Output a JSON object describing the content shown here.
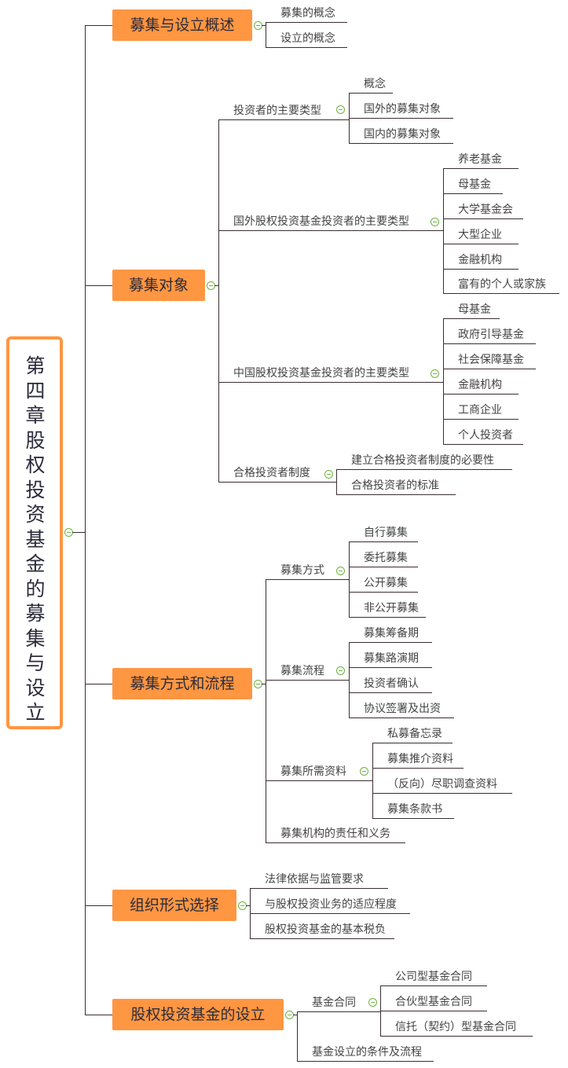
{
  "root": {
    "title": "第四章股权投资基金的募集与设立"
  },
  "branches": [
    {
      "label": "募集与设立概述",
      "children": [
        {
          "label": "募集的概念"
        },
        {
          "label": "设立的概念"
        }
      ]
    },
    {
      "label": "募集对象",
      "children": [
        {
          "label": "投资者的主要类型",
          "children": [
            {
              "label": "概念"
            },
            {
              "label": "国外的募集对象"
            },
            {
              "label": "国内的募集对象"
            }
          ]
        },
        {
          "label": "国外股权投资基金投资者的主要类型",
          "children": [
            {
              "label": "养老基金"
            },
            {
              "label": "母基金"
            },
            {
              "label": "大学基金会"
            },
            {
              "label": "大型企业"
            },
            {
              "label": "金融机构"
            },
            {
              "label": "富有的个人或家族"
            }
          ]
        },
        {
          "label": "中国股权投资基金投资者的主要类型",
          "children": [
            {
              "label": "母基金"
            },
            {
              "label": "政府引导基金"
            },
            {
              "label": "社会保障基金"
            },
            {
              "label": "金融机构"
            },
            {
              "label": "工商企业"
            },
            {
              "label": "个人投资者"
            }
          ]
        },
        {
          "label": "合格投资者制度",
          "children": [
            {
              "label": "建立合格投资者制度的必要性"
            },
            {
              "label": "合格投资者的标准"
            }
          ]
        }
      ]
    },
    {
      "label": "募集方式和流程",
      "children": [
        {
          "label": "募集方式",
          "children": [
            {
              "label": "自行募集"
            },
            {
              "label": "委托募集"
            },
            {
              "label": "公开募集"
            },
            {
              "label": "非公开募集"
            }
          ]
        },
        {
          "label": "募集流程",
          "children": [
            {
              "label": "募集筹备期"
            },
            {
              "label": "募集路演期"
            },
            {
              "label": "投资者确认"
            },
            {
              "label": "协议签署及出资"
            }
          ]
        },
        {
          "label": "募集所需资料",
          "children": [
            {
              "label": "私募备忘录"
            },
            {
              "label": "募集推介资料"
            },
            {
              "label": "（反向）尽职调查资料"
            },
            {
              "label": "募集条款书"
            }
          ]
        },
        {
          "label": "募集机构的责任和义务"
        }
      ]
    },
    {
      "label": "组织形式选择",
      "children": [
        {
          "label": "法律依据与监管要求"
        },
        {
          "label": "与股权投资业务的适应程度"
        },
        {
          "label": "股权投资基金的基本税负"
        }
      ]
    },
    {
      "label": "股权投资基金的设立",
      "children": [
        {
          "label": "基金合同",
          "children": [
            {
              "label": "公司型基金合同"
            },
            {
              "label": "合伙型基金合同"
            },
            {
              "label": "信托（契约）型基金合同"
            }
          ]
        },
        {
          "label": "基金设立的条件及流程"
        }
      ]
    }
  ],
  "colors": {
    "accent": "#FF9642",
    "collapse": "#6db33f",
    "line": "#3a2e33"
  }
}
